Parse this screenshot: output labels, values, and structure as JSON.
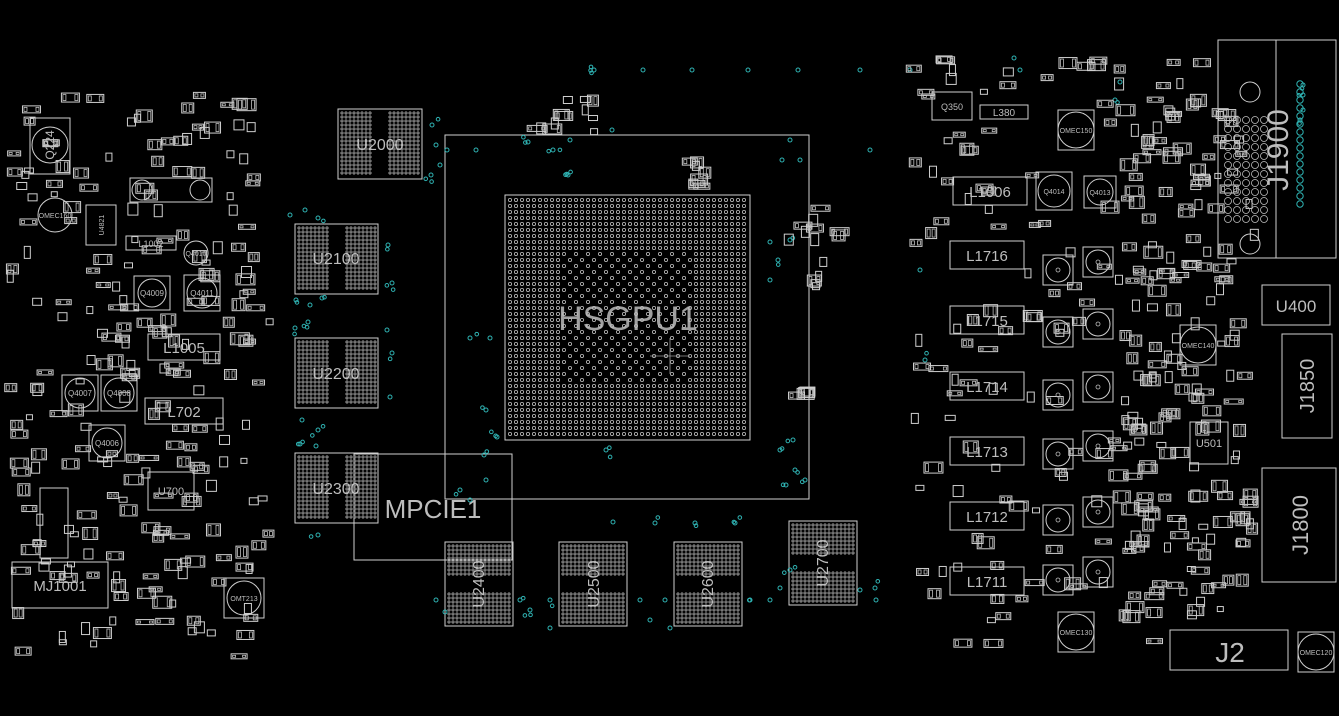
{
  "board": {
    "background": "#000000",
    "outline_color": "#cfcfcf",
    "via_color": "#2fb3b3",
    "parts": {
      "gpu": "HSGPU1",
      "mpcie": "MPCIE1",
      "u2000": "U2000",
      "u2100": "U2100",
      "u2200": "U2200",
      "u2300": "U2300",
      "u2400": "U2400",
      "u2500": "U2500",
      "u2600": "U2600",
      "u2700": "U2700",
      "u400": "U400",
      "u501": "U501",
      "u700": "U700",
      "j1900": "J1900",
      "j1850": "J1850",
      "j1800": "J1800",
      "j2": "J2",
      "mj1001": "MJ1001",
      "l1005": "L1005",
      "l1006": "L1006",
      "l1002": "L1002",
      "l380": "L380",
      "l702": "L702",
      "l1716": "L1716",
      "l1715": "L1715",
      "l1714": "L1714",
      "l1713": "L1713",
      "l1712": "L1712",
      "l1711": "L1711",
      "q224": "Q224",
      "q350": "Q350",
      "q4014": "Q4014",
      "q4013": "Q4013",
      "q4007": "Q4007",
      "q4008": "Q4008",
      "q4006": "Q4006",
      "q4009": "Q4009",
      "q4011": "Q4011",
      "q4010": "Q4010",
      "omec160": "OMEC160",
      "omec150": "OMEC150",
      "omec140": "OMEC140",
      "omec130": "OMEC130",
      "omec120": "OMEC120",
      "omt213": "OMT213",
      "u4821": "U4821"
    }
  }
}
